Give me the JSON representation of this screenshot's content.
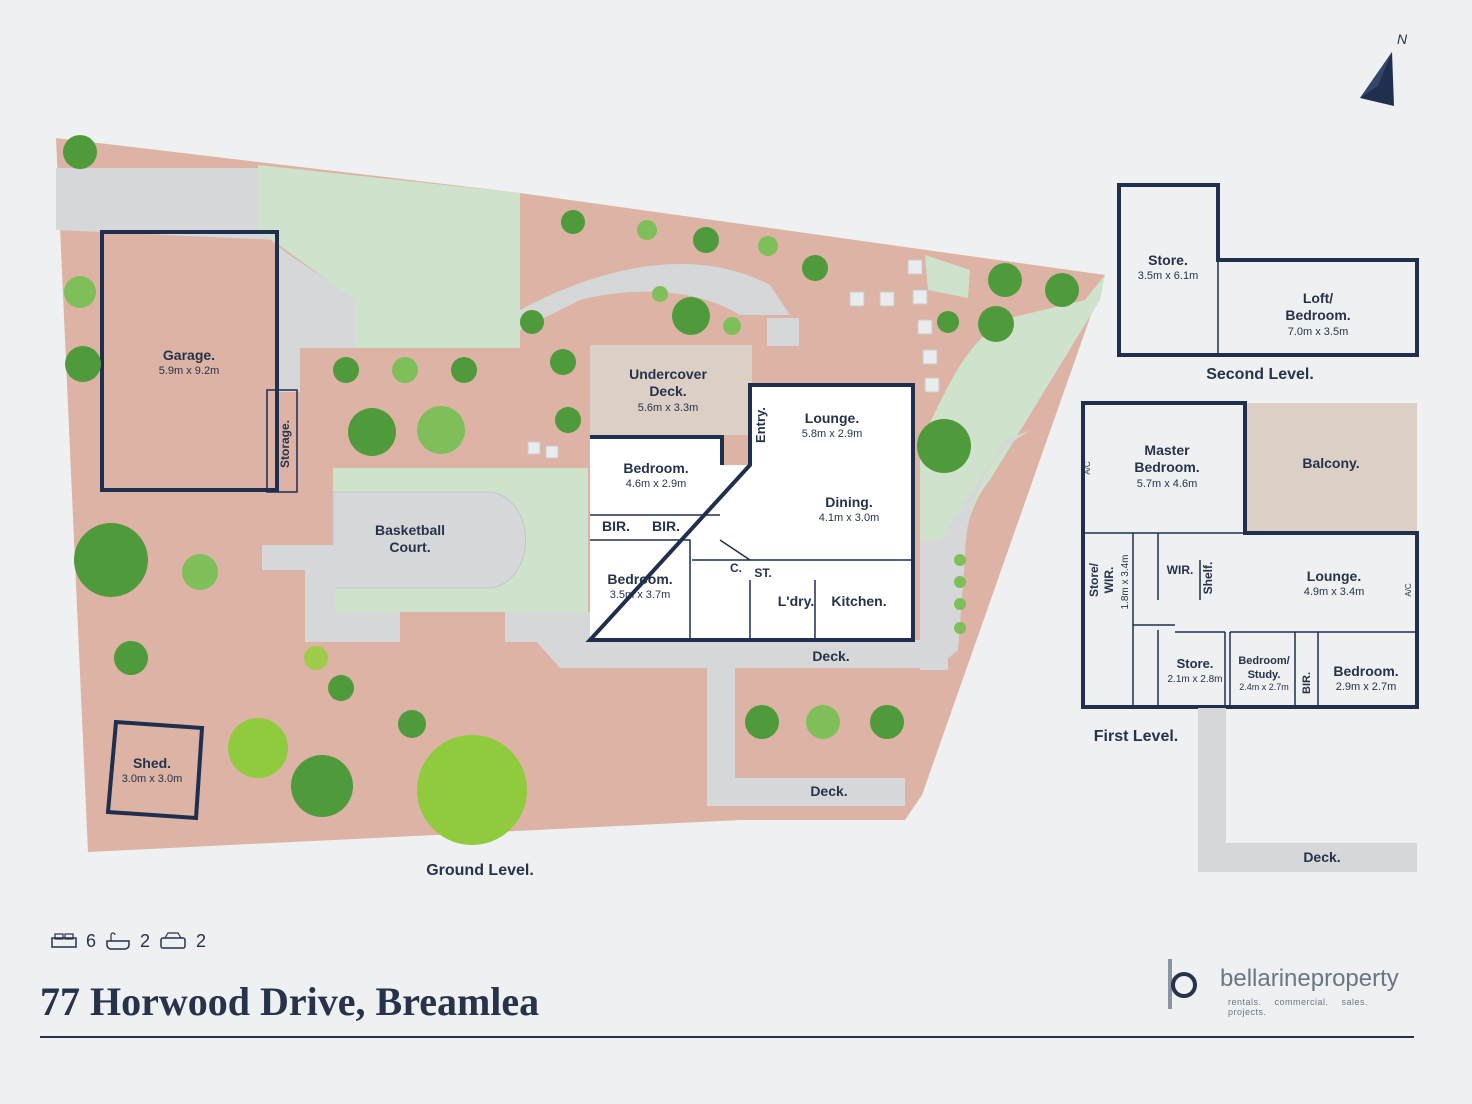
{
  "compass": {
    "north_label": "N"
  },
  "levels": {
    "ground": "Ground Level.",
    "first": "First Level.",
    "second": "Second Level."
  },
  "rooms": {
    "garage": {
      "name": "Garage.",
      "dims": "5.9m x 9.2m"
    },
    "storage": {
      "name": "Storage."
    },
    "basketball": {
      "name1": "Basketball",
      "name2": "Court."
    },
    "shed": {
      "name": "Shed.",
      "dims": "3.0m x 3.0m"
    },
    "undercover": {
      "name1": "Undercover",
      "name2": "Deck.",
      "dims": "5.6m x 3.3m"
    },
    "entry": {
      "name": "Entry."
    },
    "lounge_g": {
      "name": "Lounge.",
      "dims": "5.8m x 2.9m"
    },
    "bedroom_g1": {
      "name": "Bedroom.",
      "dims": "4.6m x 2.9m"
    },
    "bir1": {
      "name": "BIR."
    },
    "bir2": {
      "name": "BIR."
    },
    "dining": {
      "name": "Dining.",
      "dims": "4.1m x 3.0m"
    },
    "bedroom_g2": {
      "name": "Bedroom.",
      "dims": "3.5m x 3.7m"
    },
    "c": {
      "name": "C."
    },
    "st": {
      "name": "ST."
    },
    "ldry": {
      "name": "L'dry."
    },
    "kitchen": {
      "name": "Kitchen."
    },
    "deck1": {
      "name": "Deck."
    },
    "deck2": {
      "name": "Deck."
    },
    "store_s": {
      "name": "Store.",
      "dims": "3.5m x 6.1m"
    },
    "loft": {
      "name1": "Loft/",
      "name2": "Bedroom.",
      "dims": "7.0m x 3.5m"
    },
    "master": {
      "name1": "Master",
      "name2": "Bedroom.",
      "dims": "5.7m x 4.6m"
    },
    "balcony": {
      "name": "Balcony."
    },
    "store_wir": {
      "name1": "Store/",
      "name2": "WIR.",
      "dims": "1.8m x 3.4m"
    },
    "wir": {
      "name": "WIR."
    },
    "shelf": {
      "name": "Shelf."
    },
    "lounge_f": {
      "name": "Lounge.",
      "dims": "4.9m x 3.4m"
    },
    "store_f": {
      "name": "Store.",
      "dims": "2.1m x 2.8m"
    },
    "study": {
      "name1": "Bedroom/",
      "name2": "Study.",
      "dims": "2.4m x 2.7m"
    },
    "bir_f": {
      "name": "BIR."
    },
    "bedroom_f": {
      "name": "Bedroom.",
      "dims": "2.9m x 2.7m"
    },
    "deck_f": {
      "name": "Deck."
    },
    "ac": "A/C"
  },
  "features": {
    "beds": "6",
    "baths": "2",
    "cars": "2"
  },
  "address": "77 Horwood Drive, Breamlea",
  "brand": {
    "name": "bellarineproperty",
    "tagline": "rentals. commercial. sales. projects."
  },
  "colors": {
    "terracotta": "#dcb3a4",
    "lawn": "#cfe3cc",
    "paving": "#d5d7d9",
    "wall": "#1f2f4d",
    "text": "#26334a"
  }
}
